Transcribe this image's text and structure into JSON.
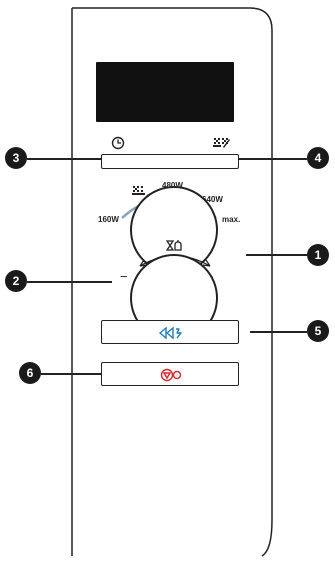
{
  "power_scale": {
    "low_label": "160W",
    "mid_label": "480W",
    "high_label": "640W",
    "max_label": "max."
  },
  "timer_scale": {
    "minus_label": "−",
    "plus_label": "+"
  },
  "callouts": {
    "c1": "1",
    "c2": "2",
    "c3": "3",
    "c4": "4",
    "c5": "5",
    "c6": "6"
  },
  "icons": {
    "time_button_icon": "clock-icon",
    "defrost_button_icon": "defrost-icon",
    "power_knob_icon": "power-level-icon",
    "timer_knob_icon": "timer-icon",
    "start_button_icon": "start-icon",
    "stop_button_icon": "stop-icon"
  },
  "colors": {
    "start_icon": "#1e7fb8",
    "stop_icon": "#d9262b",
    "display": "#111111",
    "callout": "#1a1a1a"
  }
}
